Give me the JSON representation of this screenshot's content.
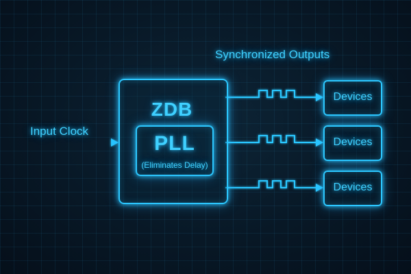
{
  "diagram": {
    "outputs_title": "Synchronized Outputs",
    "input_label": "Input Clock",
    "zdb_label": "ZDB",
    "pll_label": "PLL",
    "pll_sublabel": "(Eliminates Delay)",
    "devices": [
      {
        "label": "Devices"
      },
      {
        "label": "Devices"
      },
      {
        "label": "Devices"
      }
    ]
  },
  "colors": {
    "background": "#081826",
    "accent": "#2cc7ff",
    "text": "#3fd0ff"
  }
}
